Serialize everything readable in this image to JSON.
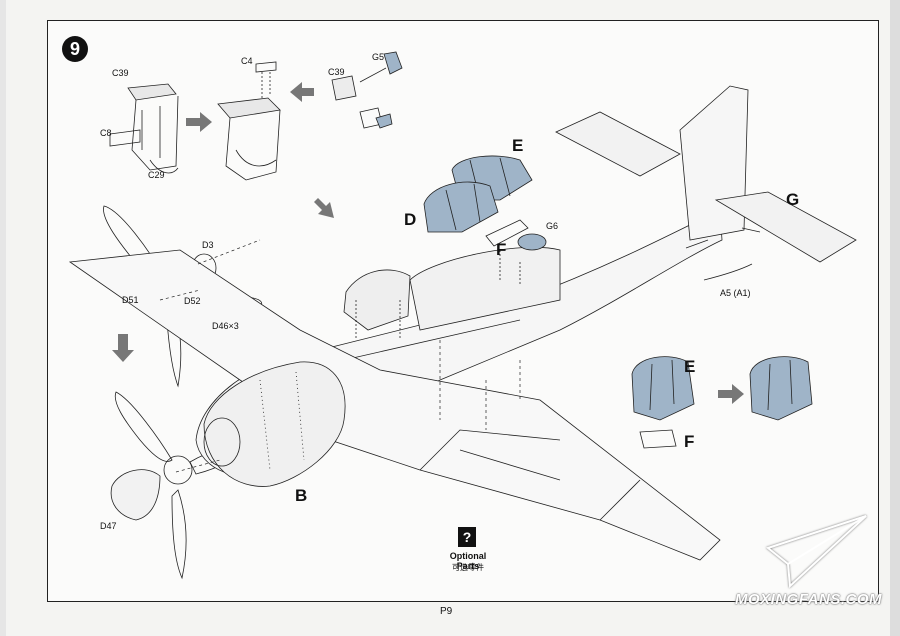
{
  "step": {
    "number": "9"
  },
  "part_labels": {
    "c39_top": "C39",
    "c8": "C8",
    "c29": "C29",
    "c4": "C4",
    "c39_right": "C39",
    "g5": "G5",
    "d3": "D3",
    "d51": "D51",
    "d52": "D52",
    "d46": "D46×3",
    "d47": "D47",
    "g6": "G6",
    "a5": "A5 (A1)"
  },
  "callouts": {
    "e_top": "E",
    "d": "D",
    "f_top": "F",
    "g": "G",
    "b": "B",
    "e_inset": "E",
    "f_inset": "F"
  },
  "optional_parts": {
    "icon": "?",
    "title": "Optional Parts",
    "subtitle": "可选零件"
  },
  "page_number": "P9",
  "watermark": "MOXINGFANS.COM",
  "colors": {
    "accent_blue": "#9fb4c8",
    "line": "#222222",
    "arrow_gray": "#777777"
  }
}
